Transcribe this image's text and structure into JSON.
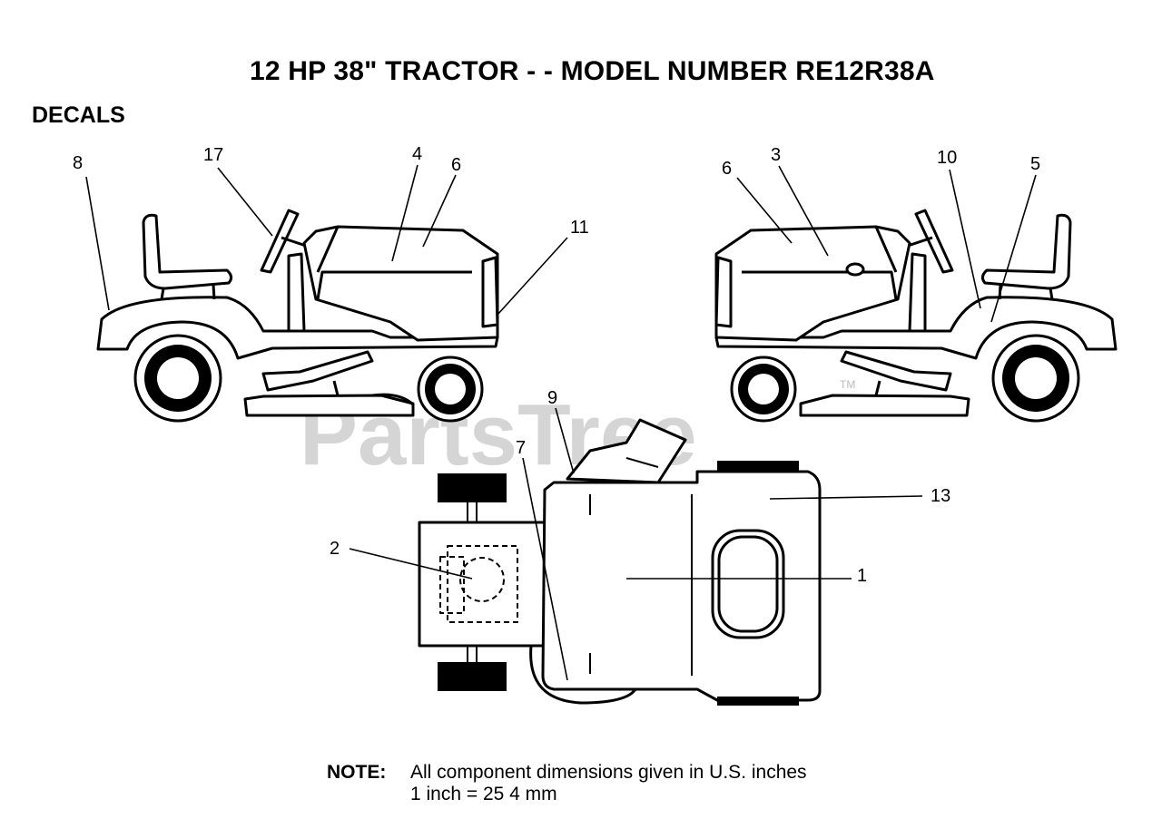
{
  "title": "12 HP 38\" TRACTOR - - MODEL NUMBER RE12R38A",
  "section": "DECALS",
  "watermark": {
    "text": "PartsTree",
    "tm": "TM"
  },
  "callouts": [
    "8",
    "17",
    "4",
    "6",
    "11",
    "6",
    "3",
    "10",
    "5",
    "9",
    "7",
    "13",
    "2",
    "1"
  ],
  "note": {
    "label": "NOTE:",
    "line1": "All component dimensions given in U.S. inches",
    "line2": "1 inch = 25 4 mm"
  }
}
